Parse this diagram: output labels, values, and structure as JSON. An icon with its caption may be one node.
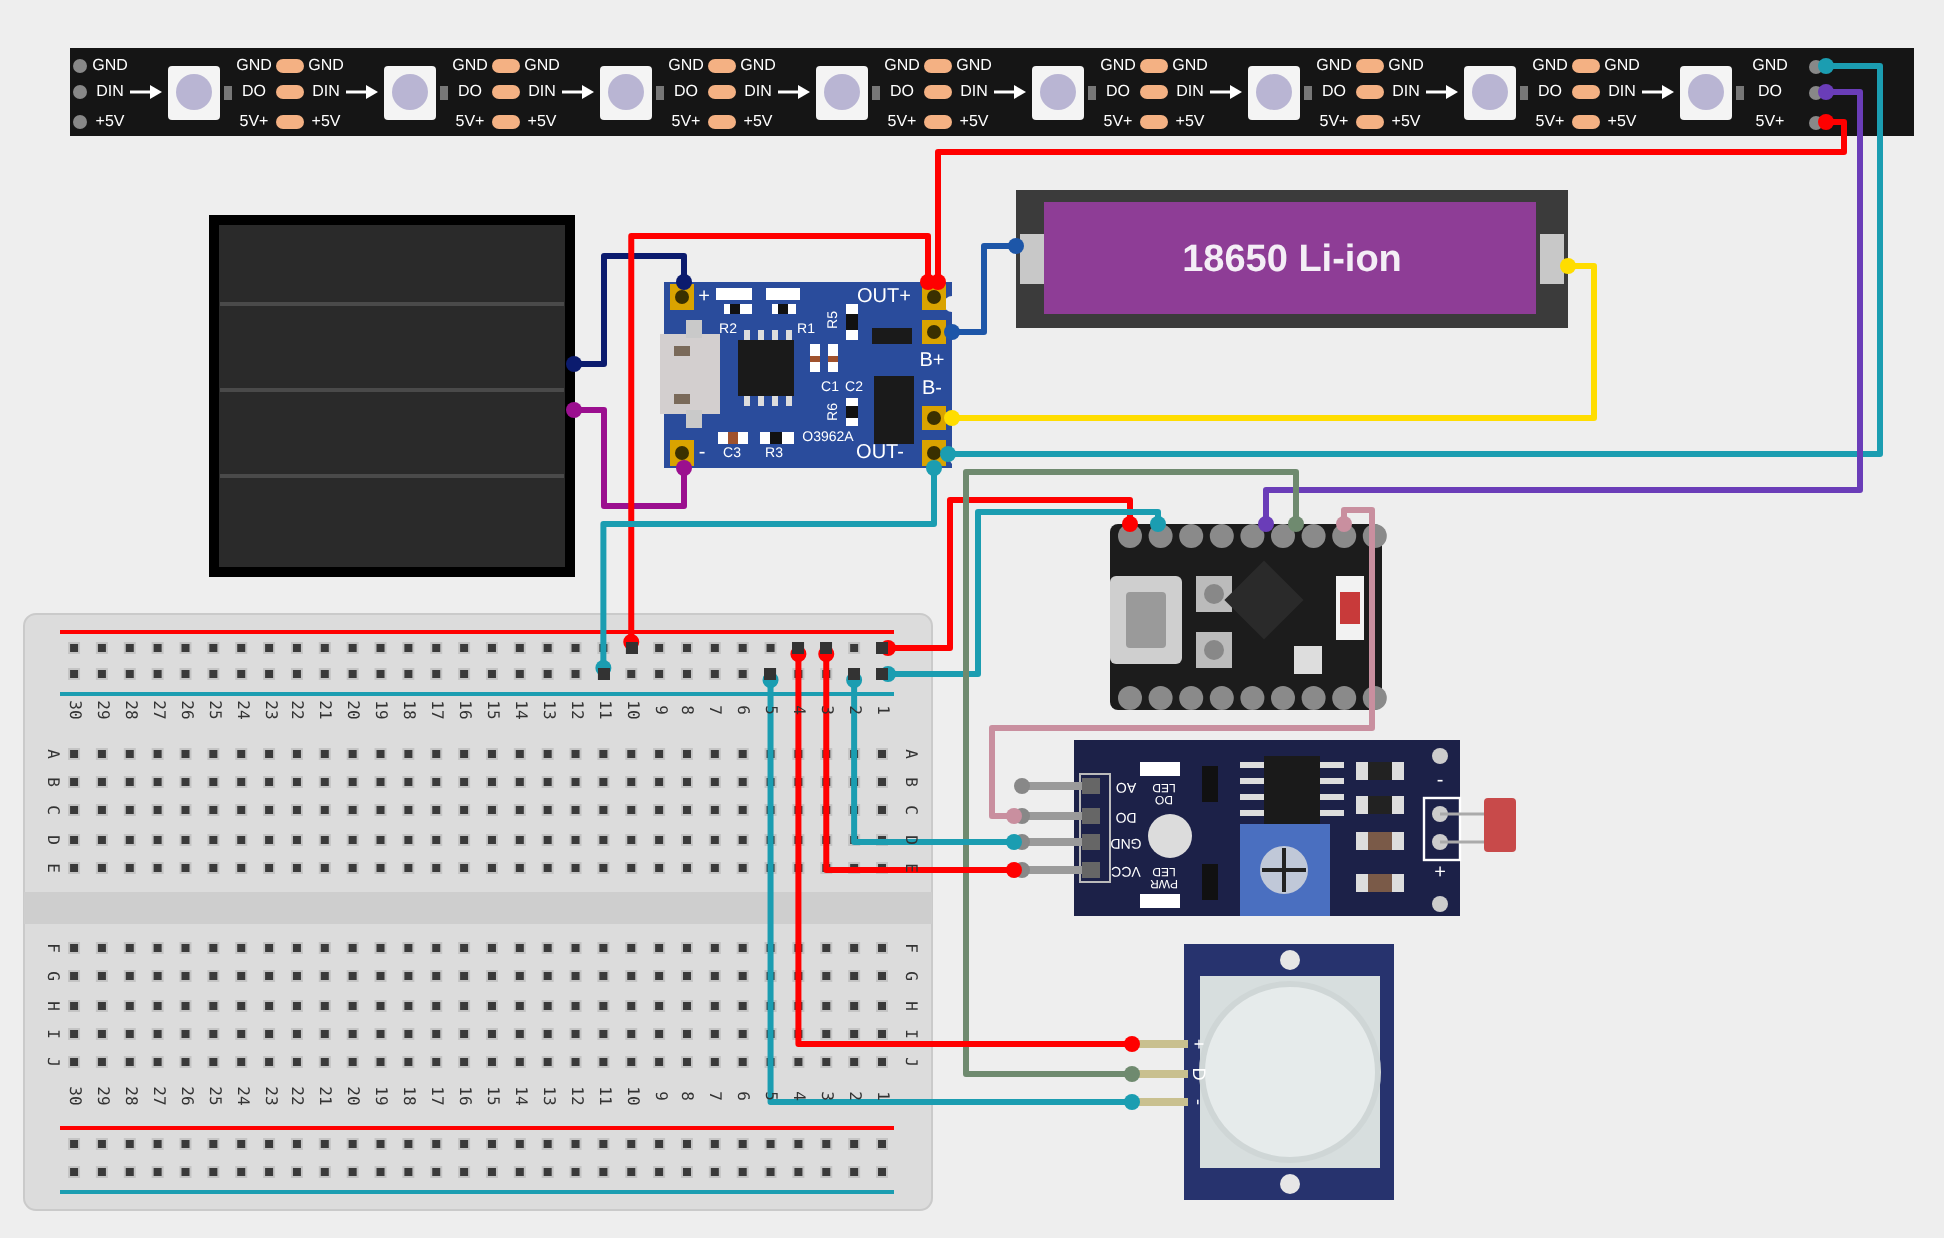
{
  "diagram": {
    "nodes": [
      {
        "text": [
          "GND",
          "DIN",
          "+5V",
          "GND",
          "DO",
          "5V+",
          "GND",
          "DIN",
          "+5V",
          "GND",
          "DO",
          "5V+",
          "GND",
          "DIN",
          "+5V",
          "GND",
          "DO",
          "5V+",
          "GND",
          "DIN",
          "+5V",
          "GND",
          "DO",
          "5V+",
          "GND",
          "DIN",
          "+5V",
          "GND",
          "DO",
          "5V+",
          "GND",
          "DIN",
          "+5V",
          "GND",
          "DO",
          "5V+",
          "GND",
          "DIN",
          "+5V",
          "GND",
          "DO",
          "5V+",
          "GND",
          "DIN",
          "+5V"
        ]
      },
      {
        "text": [
          "GND"
        ],
        "in": 0
      },
      {
        "text": [
          "DO"
        ],
        "in": 0
      },
      {
        "text": [
          "5V+"
        ],
        "in": 0
      },
      {
        "text": [],
        "shape": "picture"
      },
      {
        "text": [
          "R2",
          "R1",
          "R5",
          "C1",
          "C2",
          "R6",
          "C3",
          "R3",
          "O3962A"
        ]
      },
      {
        "text": [
          "+"
        ],
        "in": 5
      },
      {
        "text": [
          "OUT+"
        ],
        "in": 5
      },
      {
        "text": [
          "B+"
        ],
        "in": 5
      },
      {
        "text": [
          "B-"
        ],
        "in": 5
      },
      {
        "text": [
          "-"
        ],
        "in": 5
      },
      {
        "text": [
          "OUT-"
        ],
        "in": 5
      },
      {
        "text": [
          "18650 Li-ion"
        ]
      },
      {
        "text": [],
        "shape": "picture"
      },
      {
        "text": [
          "30",
          "29",
          "28",
          "27",
          "26",
          "25",
          "24",
          "23",
          "22",
          "21",
          "20",
          "19",
          "18",
          "17",
          "16",
          "15",
          "14",
          "13",
          "12",
          "11",
          "10",
          "9",
          "8",
          "7",
          "6",
          "5",
          "4",
          "3",
          "2",
          "1",
          "A",
          "A",
          "B",
          "B",
          "C",
          "C",
          "D",
          "D",
          "E",
          "E",
          "F",
          "F",
          "G",
          "G",
          "H",
          "H",
          "I",
          "I",
          "J",
          "J",
          "30",
          "29",
          "28",
          "27",
          "26",
          "25",
          "24",
          "23",
          "22",
          "21",
          "20",
          "19",
          "18",
          "17",
          "16",
          "15",
          "14",
          "13",
          "12",
          "11",
          "10",
          "9",
          "8",
          "7",
          "6",
          "5",
          "4",
          "3",
          "2",
          "1"
        ]
      },
      {
        "text": [],
        "shape": "box",
        "in": 14
      },
      {
        "text": [],
        "shape": "box",
        "in": 14
      },
      {
        "text": [],
        "shape": "box",
        "in": 14
      },
      {
        "text": [],
        "shape": "box",
        "in": 14
      },
      {
        "text": [],
        "shape": "box",
        "in": 14
      },
      {
        "text": [],
        "shape": "box",
        "in": 14
      },
      {
        "text": [],
        "shape": "box",
        "in": 14
      },
      {
        "text": [],
        "shape": "box",
        "in": 14
      },
      {
        "text": [
          "DO LED",
          "PWR LED",
          "-",
          "+"
        ]
      },
      {
        "text": [
          "AO"
        ]
      },
      {
        "text": [
          "DO"
        ]
      },
      {
        "text": [
          "GND"
        ]
      },
      {
        "text": [
          "VCC"
        ]
      },
      {
        "text": [],
        "shape": "picture"
      },
      {
        "text": [
          "+"
        ]
      },
      {
        "text": [
          "D"
        ]
      },
      {
        "text": [
          "-"
        ]
      }
    ],
    "edges": [
      {
        "from": 1,
        "to": 11,
        "arrow": "other",
        "color": "#1b9db1"
      },
      {
        "from": 2,
        "to": 13,
        "arrow": "other",
        "color": "#6a3db8"
      },
      {
        "from": 3,
        "to": 7,
        "arrow": "other",
        "color": "#ff0000"
      },
      {
        "from": 4,
        "to": 6,
        "arrow": "other",
        "color": "#0b1b6e"
      },
      {
        "from": 4,
        "to": 10,
        "arrow": "other",
        "color": "#9b0f8f"
      },
      {
        "from": 8,
        "to": 12,
        "arrow": "other",
        "color": "#1d56a8"
      },
      {
        "from": 9,
        "to": 12,
        "arrow": "other",
        "color": "#ffdd00"
      },
      {
        "from": 7,
        "to": 16,
        "arrow": "other",
        "color": "#ff0000"
      },
      {
        "from": 11,
        "to": 15,
        "arrow": "other",
        "color": "#1b9db1"
      },
      {
        "from": 21,
        "to": 13,
        "arrow": "other",
        "color": "#ff0000"
      },
      {
        "from": 22,
        "to": 13,
        "arrow": "other",
        "color": "#1b9db1"
      },
      {
        "from": 13,
        "to": 30,
        "arrow": "other",
        "color": "#6f8a6f"
      },
      {
        "from": 13,
        "to": 25,
        "arrow": "other",
        "color": "#c98f9f"
      },
      {
        "from": 20,
        "to": 26,
        "arrow": "other",
        "color": "#1b9db1"
      },
      {
        "from": 19,
        "to": 27,
        "arrow": "other",
        "color": "#ff0000"
      },
      {
        "from": 18,
        "to": 29,
        "arrow": "other",
        "color": "#ff0000"
      },
      {
        "from": 17,
        "to": 31,
        "arrow": "other",
        "color": "#1b9db1"
      }
    ]
  }
}
